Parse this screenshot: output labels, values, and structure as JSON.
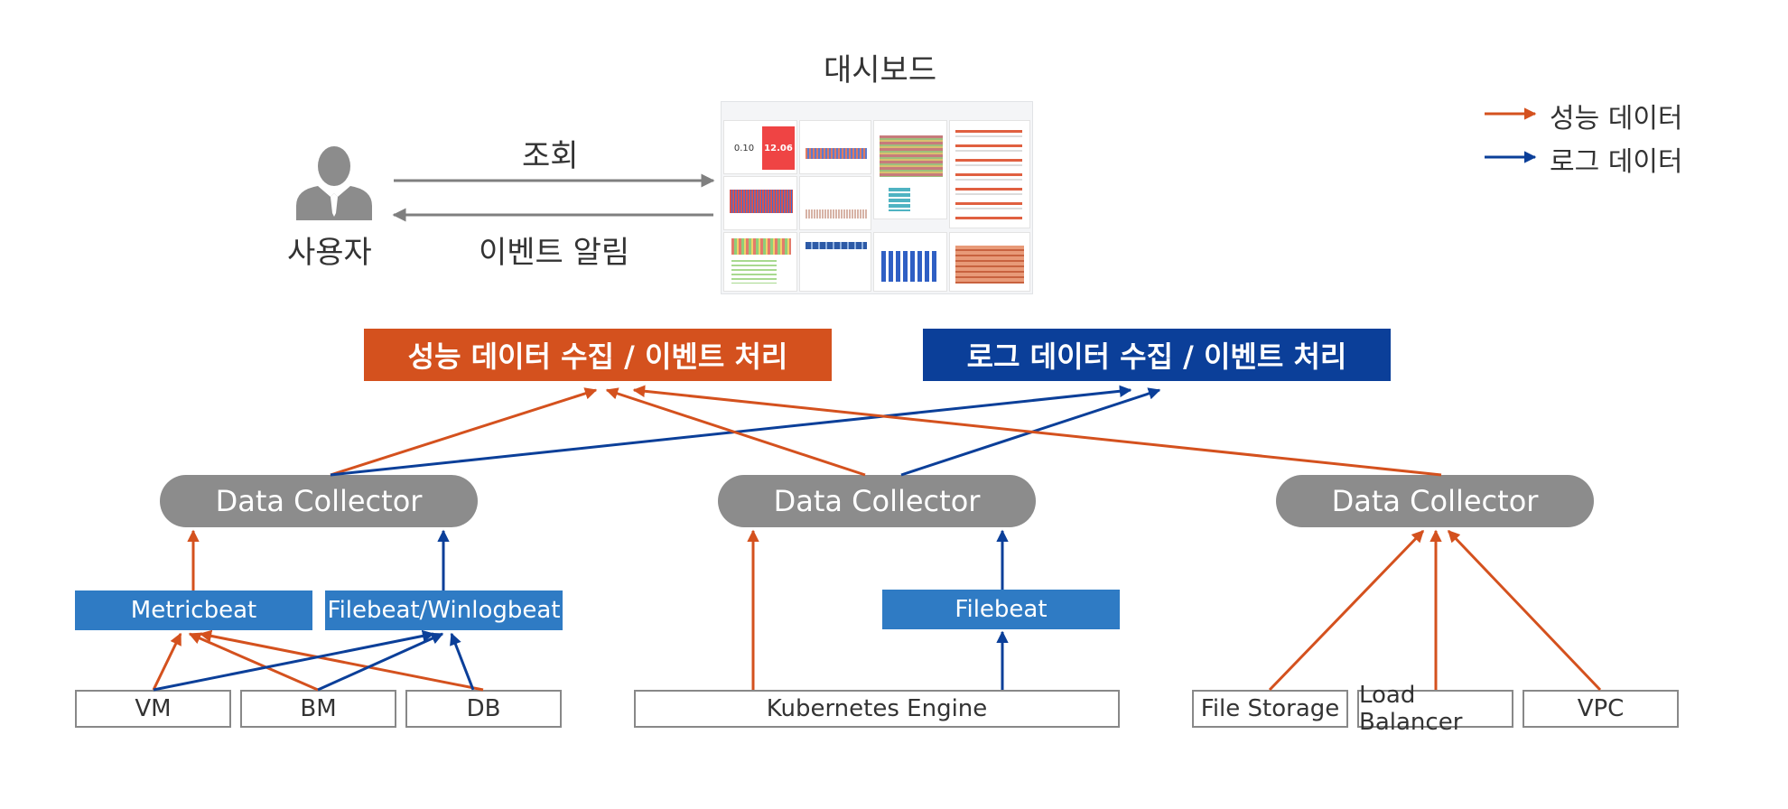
{
  "top": {
    "dashboard_title": "대시보드",
    "user_label": "사용자",
    "query_label": "조회",
    "alert_label": "이벤트 알림"
  },
  "dashboard_preview": {
    "value_1": "0.10",
    "value_2": "12.06"
  },
  "legend": {
    "perf": "성능 데이터",
    "log": "로그 데이터"
  },
  "headers": {
    "perf": "성능 데이터 수집 / 이벤트 처리",
    "log": "로그 데이터 수집 / 이벤트 처리"
  },
  "collectors": {
    "left": "Data Collector",
    "center": "Data Collector",
    "right": "Data Collector"
  },
  "beats": {
    "metricbeat": "Metricbeat",
    "filebeat_winlogbeat": "Filebeat/Winlogbeat",
    "filebeat": "Filebeat"
  },
  "sources": {
    "vm": "VM",
    "bm": "BM",
    "db": "DB",
    "kubernetes": "Kubernetes Engine",
    "file_storage": "File Storage",
    "load_balancer": "Load Balancer",
    "vpc": "VPC"
  },
  "colors": {
    "perf": "#d4511e",
    "log": "#0b3f99",
    "collector": "#8c8c8c",
    "beat": "#2f7bc4",
    "user_icon": "#8c8c8c",
    "flow_arrow": "#7f7f7f"
  }
}
